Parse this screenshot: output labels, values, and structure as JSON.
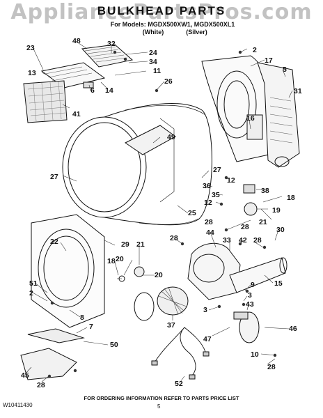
{
  "header": {
    "watermark": "AppliancePartsPros.com",
    "title": "BULKHEAD PARTS",
    "models": "For Models: MGDX500XW1, MGDX500XL1",
    "variants": [
      "(White)",
      "(Silver)"
    ]
  },
  "callouts": [
    {
      "id": "c48",
      "label": "48"
    },
    {
      "id": "c32",
      "label": "32"
    },
    {
      "id": "c23",
      "label": "23"
    },
    {
      "id": "c24",
      "label": "24"
    },
    {
      "id": "c34",
      "label": "34"
    },
    {
      "id": "c11",
      "label": "11"
    },
    {
      "id": "c13",
      "label": "13"
    },
    {
      "id": "c6",
      "label": "6"
    },
    {
      "id": "c14",
      "label": "14"
    },
    {
      "id": "c41",
      "label": "41"
    },
    {
      "id": "c26",
      "label": "26"
    },
    {
      "id": "c2a",
      "label": "2"
    },
    {
      "id": "c17",
      "label": "17"
    },
    {
      "id": "c5",
      "label": "5"
    },
    {
      "id": "c31",
      "label": "31"
    },
    {
      "id": "c16",
      "label": "16"
    },
    {
      "id": "c49",
      "label": "49"
    },
    {
      "id": "c27a",
      "label": "27"
    },
    {
      "id": "c27b",
      "label": "27"
    },
    {
      "id": "c36",
      "label": "36"
    },
    {
      "id": "c12a",
      "label": "12"
    },
    {
      "id": "c35",
      "label": "35"
    },
    {
      "id": "c12b",
      "label": "12"
    },
    {
      "id": "c38",
      "label": "38"
    },
    {
      "id": "c18a",
      "label": "18"
    },
    {
      "id": "c19",
      "label": "19"
    },
    {
      "id": "c25",
      "label": "25"
    },
    {
      "id": "c28a",
      "label": "28"
    },
    {
      "id": "c28b",
      "label": "28"
    },
    {
      "id": "c21a",
      "label": "21"
    },
    {
      "id": "c30",
      "label": "30"
    },
    {
      "id": "c44",
      "label": "44"
    },
    {
      "id": "c28c",
      "label": "28"
    },
    {
      "id": "c33",
      "label": "33"
    },
    {
      "id": "c42",
      "label": "42"
    },
    {
      "id": "c28d",
      "label": "28"
    },
    {
      "id": "c22",
      "label": "22"
    },
    {
      "id": "c29",
      "label": "29"
    },
    {
      "id": "c21b",
      "label": "21"
    },
    {
      "id": "c18b",
      "label": "18"
    },
    {
      "id": "c20a",
      "label": "20"
    },
    {
      "id": "c20b",
      "label": "20"
    },
    {
      "id": "c15",
      "label": "15"
    },
    {
      "id": "c51",
      "label": "51"
    },
    {
      "id": "c2b",
      "label": "2"
    },
    {
      "id": "c9",
      "label": "9"
    },
    {
      "id": "c8",
      "label": "8"
    },
    {
      "id": "c3a",
      "label": "3"
    },
    {
      "id": "c43",
      "label": "43"
    },
    {
      "id": "c7",
      "label": "7"
    },
    {
      "id": "c37",
      "label": "37"
    },
    {
      "id": "c3b",
      "label": "3"
    },
    {
      "id": "c46",
      "label": "46"
    },
    {
      "id": "c47",
      "label": "47"
    },
    {
      "id": "c50",
      "label": "50"
    },
    {
      "id": "c45",
      "label": "45"
    },
    {
      "id": "c10",
      "label": "10"
    },
    {
      "id": "c28e",
      "label": "28"
    },
    {
      "id": "c52",
      "label": "52"
    },
    {
      "id": "c28f",
      "label": "28"
    }
  ],
  "footer": {
    "note": "FOR ORDERING INFORMATION REFER TO PARTS PRICE LIST",
    "code": "W10411430",
    "page": "5"
  }
}
